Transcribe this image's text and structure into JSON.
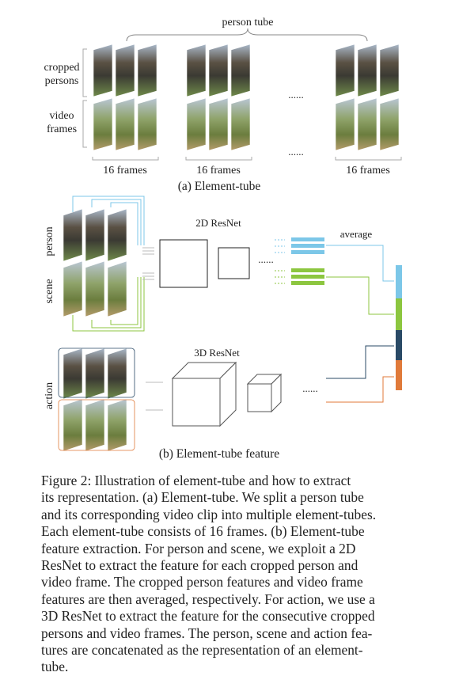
{
  "figure": {
    "part_a": {
      "top_label": "person tube",
      "row_labels": [
        "cropped",
        "persons",
        "video",
        "frames"
      ],
      "frame_counts": [
        "16 frames",
        "16 frames",
        "16 frames"
      ],
      "ellipses": [
        "......",
        "......"
      ],
      "subcaption": "(a) Element-tube"
    },
    "part_b": {
      "resnet2d_label": "2D ResNet",
      "resnet3d_label": "3D ResNet",
      "average_label": "average",
      "ellipses": [
        "......",
        "......"
      ],
      "side_labels": [
        "person",
        "scene",
        "action"
      ],
      "subcaption": "(b) Element-tube feature",
      "colors": {
        "person": "#7cc7e8",
        "scene": "#8cc63f",
        "action": "#2a4a66",
        "action_alt": "#e07a3a"
      }
    }
  },
  "caption": {
    "lines": [
      "Figure 2: Illustration of element-tube and how to extract",
      "its representation. (a) Element-tube. We split a person tube",
      "and its corresponding video clip into multiple element-tubes.",
      "Each element-tube consists of 16 frames. (b) Element-tube",
      "feature extraction. For person and scene, we exploit a 2D",
      "ResNet to extract the feature for each cropped person and",
      "video frame. The cropped person features and video frame",
      "features are then averaged, respectively. For action, we use a",
      "3D ResNet to extract the feature for the consecutive cropped",
      "persons and video frames. The person, scene and action fea-",
      "tures are concatenated as the representation of an element-",
      "tube."
    ]
  }
}
